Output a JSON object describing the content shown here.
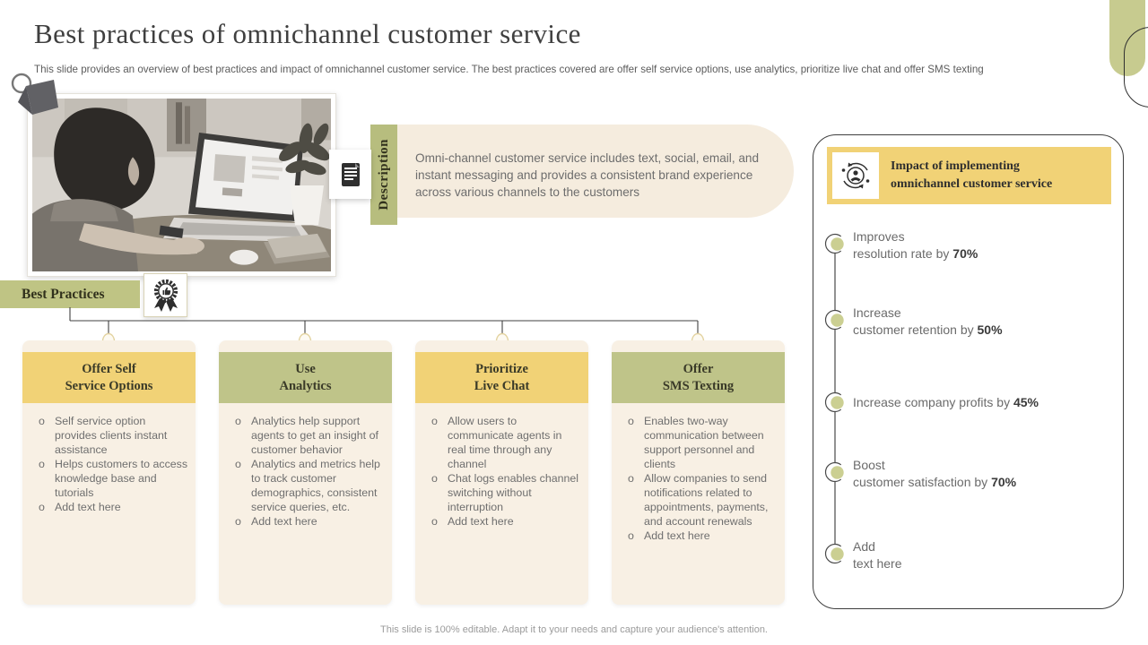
{
  "slide": {
    "title": "Best practices of omnichannel customer service",
    "subtitle": "This slide provides an overview of best practices and impact of omnichannel customer service. The best practices covered are offer self service options, use analytics, prioritize live chat and offer SMS texting",
    "footer": "This slide is 100% editable. Adapt it to your needs and capture your audience's attention."
  },
  "photo": {
    "alt": "black and white photo of a woman working on a laptop at a desk with a plant"
  },
  "description": {
    "tab_label": "Description",
    "icon": "document-icon",
    "text": "Omni-channel customer service includes text, social, email, and instant messaging and provides a consistent brand experience across various channels to the customers"
  },
  "best_practices": {
    "label": "Best Practices",
    "icon": "award-badge-icon",
    "cards": [
      {
        "title_line1": "Offer Self",
        "title_line2": "Service Options",
        "header_color": "#F1D276",
        "bullets": [
          "Self service option provides clients instant assistance",
          "Helps customers to access knowledge base and tutorials",
          "Add text here"
        ]
      },
      {
        "title_line1": "Use",
        "title_line2": "Analytics",
        "header_color": "#BFC489",
        "bullets": [
          "Analytics help support agents to get an insight of customer behavior",
          "Analytics and metrics help to track customer demographics, consistent service queries, etc.",
          "Add text here"
        ]
      },
      {
        "title_line1": "Prioritize",
        "title_line2": "Live Chat",
        "header_color": "#F1D276",
        "bullets": [
          "Allow users to communicate agents in real time through any channel",
          "Chat logs enables channel switching without interruption",
          "Add text here"
        ]
      },
      {
        "title_line1": "Offer",
        "title_line2": "SMS Texting",
        "header_color": "#BFC489",
        "bullets": [
          "Enables two-way communication between support personnel and clients",
          "Allow companies to send notifications related to appointments, payments, and account renewals",
          "Add text here"
        ]
      }
    ]
  },
  "impact": {
    "icon": "customer-orbit-icon",
    "title_line1": "Impact of implementing",
    "title_line2": "omnichannel customer service",
    "items": [
      {
        "line1": "Improves",
        "line2": "resolution rate by",
        "value": "70%"
      },
      {
        "line1": "Increase",
        "line2": "customer retention by",
        "value": "50%"
      },
      {
        "line1": "Increase company profits by",
        "value": "45%"
      },
      {
        "line1": "Boost",
        "line2": "customer satisfaction by",
        "value": "70%"
      },
      {
        "line1": "Add",
        "line2": "text here"
      }
    ]
  },
  "colors": {
    "accent_yellow": "#F1D276",
    "accent_olive": "#BFC489",
    "olive_tab": "#B7BD7E",
    "olive_pill": "#C7CB8F",
    "timeline_dot": "#CBCF92",
    "card_bg": "#F8F0E4",
    "description_bg": "#F5ECDE",
    "panel_border": "#3E3E3E",
    "body_text": "#6D6D6D",
    "title_text": "#3F3F3F"
  }
}
